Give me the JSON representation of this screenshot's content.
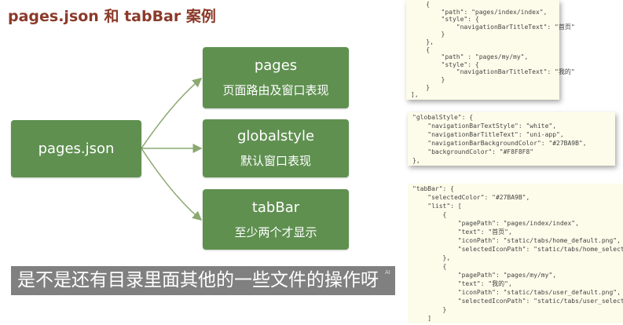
{
  "title": "pages.json 和 tabBar 案例",
  "diagram": {
    "root": "pages.json",
    "nodes": [
      {
        "title": "pages",
        "desc": "页面路由及窗口表现"
      },
      {
        "title": "globalstyle",
        "desc": "默认窗口表现"
      },
      {
        "title": "tabBar",
        "desc": "至少两个才显示"
      }
    ]
  },
  "code_pages": [
    "    {",
    "        \"path\": \"pages/index/index\",",
    "        \"style\": {",
    "            \"navigationBarTitleText\": \"首页\"",
    "        }",
    "    },",
    "    {",
    "        \"path\" : \"pages/my/my\",",
    "        \"style\": {",
    "            \"navigationBarTitleText\": \"我的\"",
    "        }",
    "    }",
    "],"
  ],
  "code_global": [
    "\"globalStyle\": {",
    "    \"navigationBarTextStyle\": \"white\",",
    "    \"navigationBarTitleText\": \"uni-app\",",
    "    \"navigationBarBackgroundColor\": \"#27BA9B\",",
    "    \"backgroundColor\": \"#F8F8F8\"",
    "},"
  ],
  "code_tabbar": [
    "\"tabBar\": {",
    "    \"selectedColor\": \"#27BA9B\",",
    "    \"list\": [",
    "        {",
    "            \"pagePath\": \"pages/index/index\",",
    "            \"text\": \"首页\",",
    "            \"iconPath\": \"static/tabs/home_default.png\",",
    "            \"selectedIconPath\": \"static/tabs/home_selected.png\"",
    "        },",
    "        {",
    "            \"pagePath\": \"pages/my/my\",",
    "            \"text\": \"我的\",",
    "            \"iconPath\": \"static/tabs/user_default.png\",",
    "            \"selectedIconPath\": \"static/tabs/user_selected.png\"",
    "        }",
    "    ]"
  ],
  "subtitle": "是不是还有目录里面其他的一些文件的操作呀",
  "subtitle_badge": "AI",
  "colors": {
    "box": "#5f9050",
    "title": "#8b3a2a",
    "arrow": "#8aa870"
  }
}
